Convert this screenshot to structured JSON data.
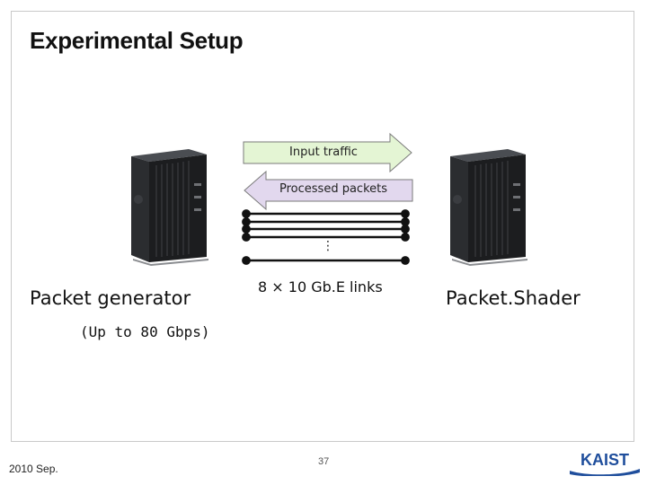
{
  "slide": {
    "title": "Experimental Setup",
    "page_number": "37",
    "date": "2010 Sep."
  },
  "diagram": {
    "input_arrow": "Input traffic",
    "processed_arrow": "Processed packets",
    "ellipsis": "⋮",
    "links_label": "8 × 10 Gb.E links",
    "left_device": {
      "name": "Packet generator",
      "note": "(Up to 80 Gbps)"
    },
    "right_device": {
      "name": "Packet.Shader"
    }
  },
  "logo": {
    "text": "KAIST"
  },
  "colors": {
    "input_arrow_fill": "#e4f5d4",
    "processed_arrow_fill": "#e2d8ee",
    "logo_blue": "#1f4e9c"
  }
}
